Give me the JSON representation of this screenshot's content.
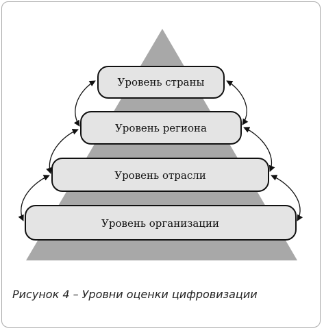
{
  "levels": [
    {
      "label": "Уровень страны"
    },
    {
      "label": "Уровень региона"
    },
    {
      "label": "Уровень отрасли"
    },
    {
      "label": "Уровень организации"
    }
  ],
  "caption": "Рисунок 4 – Уровни оценки цифровизации",
  "colors": {
    "pyramid": "#a8a8a8",
    "box_fill": "#e4e4e4",
    "box_stroke": "#111111",
    "arrow": "#111111",
    "frame": "#a9a9a9"
  }
}
